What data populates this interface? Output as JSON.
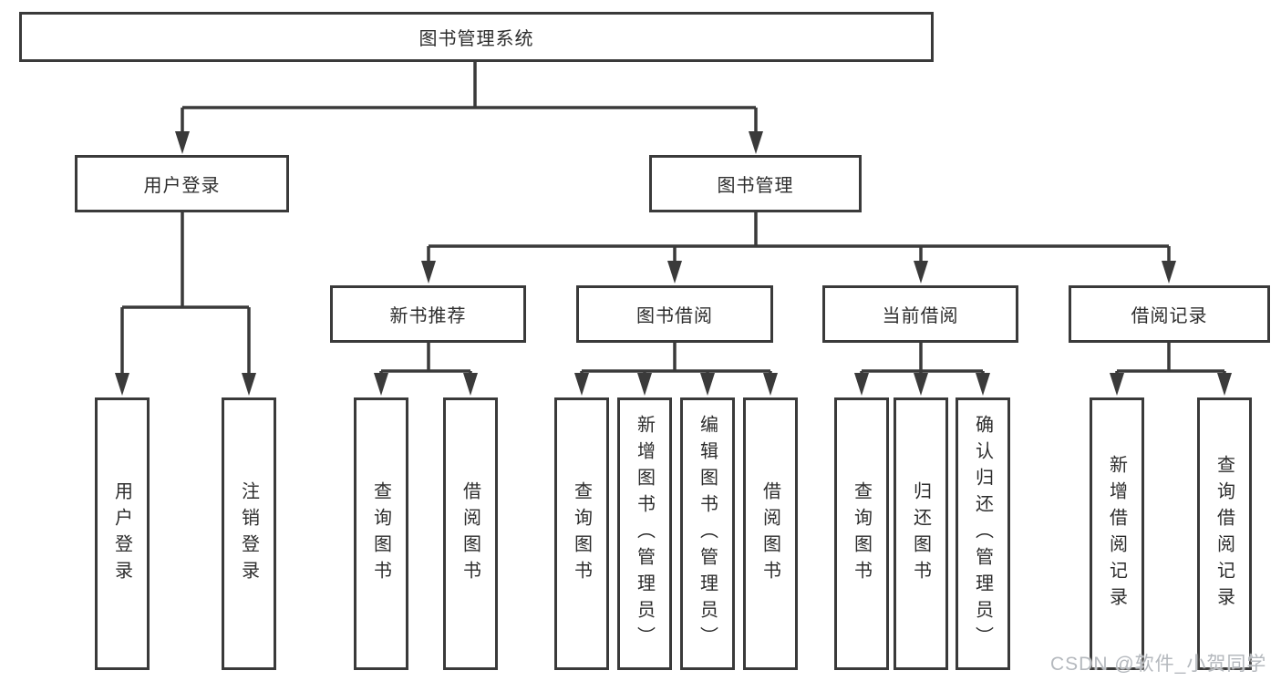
{
  "tree": {
    "root": "图书管理系统",
    "children": [
      {
        "label": "用户登录",
        "children": [
          {
            "label": "用户登录"
          },
          {
            "label": "注销登录"
          }
        ]
      },
      {
        "label": "图书管理",
        "children": [
          {
            "label": "新书推荐",
            "children": [
              {
                "label": "查询图书"
              },
              {
                "label": "借阅图书"
              }
            ]
          },
          {
            "label": "图书借阅",
            "children": [
              {
                "label": "查询图书"
              },
              {
                "label": "新增图书（管理员）"
              },
              {
                "label": "编辑图书（管理员）"
              },
              {
                "label": "借阅图书"
              }
            ]
          },
          {
            "label": "当前借阅",
            "children": [
              {
                "label": "查询图书"
              },
              {
                "label": "归还图书"
              },
              {
                "label": "确认归还（管理员）"
              }
            ]
          },
          {
            "label": "借阅记录",
            "children": [
              {
                "label": "新增借阅记录"
              },
              {
                "label": "查询借阅记录"
              }
            ]
          }
        ]
      }
    ]
  },
  "watermark": "CSDN @软件_小贺同学",
  "colors": {
    "line": "#3a3a3a",
    "text": "#2d2d2d",
    "background": "#ffffff",
    "watermark": "#b5b9be"
  }
}
